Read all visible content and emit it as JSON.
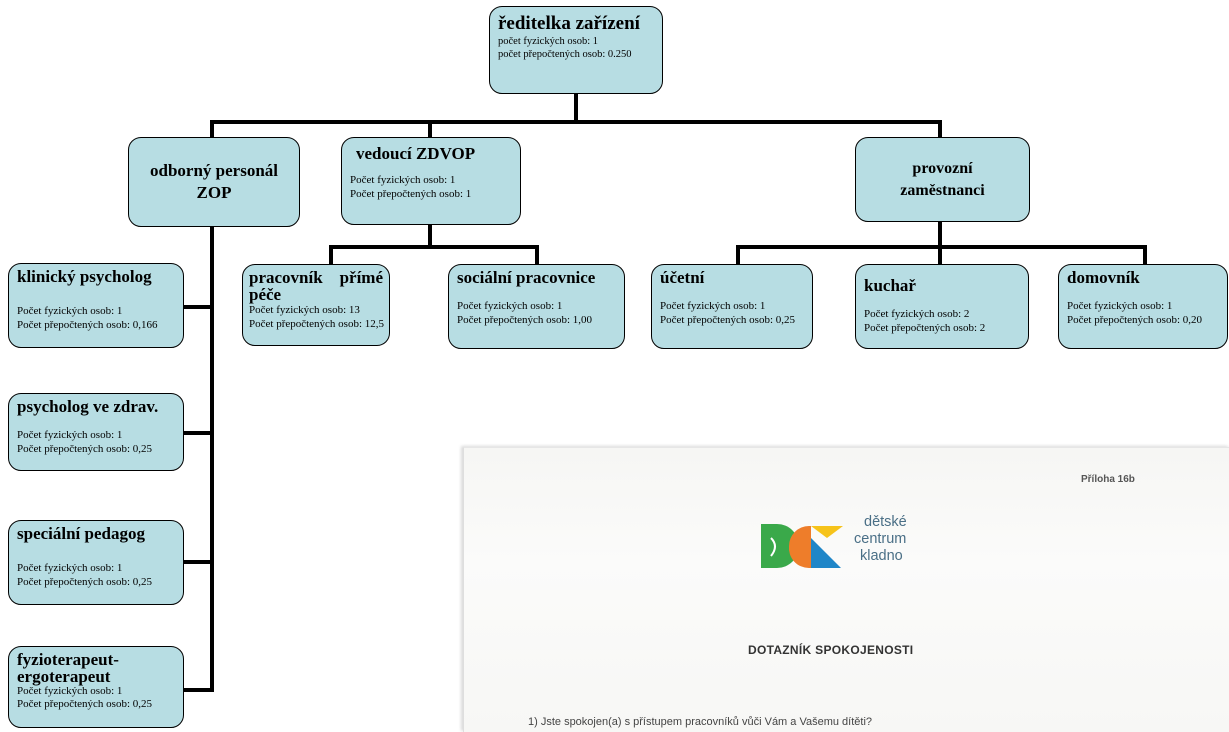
{
  "top": {
    "title": "ředitelka zařízení",
    "l1": "počet fyzických osob:  1",
    "l2": "počet přepočtených osob: 0.250"
  },
  "odborny": {
    "title1": "odborný personál",
    "title2": "ZOP"
  },
  "vedouci": {
    "title": "vedoucí ZDVOP",
    "l1": "Počet fyzických osob: 1",
    "l2": "Počet přepočtených osob:  1"
  },
  "provozni": {
    "title1": "provozní",
    "title2": "zaměstnanci"
  },
  "pracovnik": {
    "word1": "pracovník",
    "word2": "přímé",
    "word3": "péče",
    "l1": "Počet fyzických osob: 13",
    "l2": "Počet přepočtených osob: 12,5"
  },
  "socialni": {
    "title": "sociální pracovnice",
    "l1": "Počet fyzických osob: 1",
    "l2": "Počet přepočtených osob: 1,00"
  },
  "ucetni": {
    "title": "účetní",
    "l1": "Počet fyzických osob: 1",
    "l2": "Počet přepočtených osob: 0,25"
  },
  "kuchar": {
    "title": "kuchař",
    "l1": "Počet fyzických osob:  2",
    "l2": "Počet přepočtených osob:  2"
  },
  "domovnik": {
    "title": "domovník",
    "l1": "Počet fyzických osob:  1",
    "l2": "Počet přepočtených osob:  0,20"
  },
  "klinicky": {
    "title": "klinický psycholog",
    "l1": "Počet fyzických osob: 1",
    "l2": "Počet přepočtených osob: 0,166"
  },
  "psycholog": {
    "title": "psycholog ve zdrav.",
    "l1": "Počet fyzických osob: 1",
    "l2": "Počet přepočtených osob: 0,25"
  },
  "specialni": {
    "title": "speciální pedagog",
    "l1": "Počet fyzických osob: 1",
    "l2": "Počet přepočtených osob:  0,25"
  },
  "fyzio": {
    "title1": "fyzioterapeut-",
    "title2": "ergoterapeut",
    "l1": "Počet fyzických osob: 1",
    "l2": "Počet přepočtených osob:  0,25"
  },
  "document": {
    "attachment": "Příloha 16b",
    "logo_line1": "dětské",
    "logo_line2": "centrum",
    "logo_line3": "kladno",
    "survey_title": "DOTAZNÍK SPOKOJENOSTI",
    "question": "1) Jste spokojen(a) s přístupem pracovníků vůči Vám a Vašemu dítěti?"
  },
  "colors": {
    "node_fill": "#b7dde3",
    "logo_green": "#3aa94a",
    "logo_orange": "#ee7d2a",
    "logo_yellow": "#f6c31a",
    "logo_blue": "#1f86c8"
  }
}
